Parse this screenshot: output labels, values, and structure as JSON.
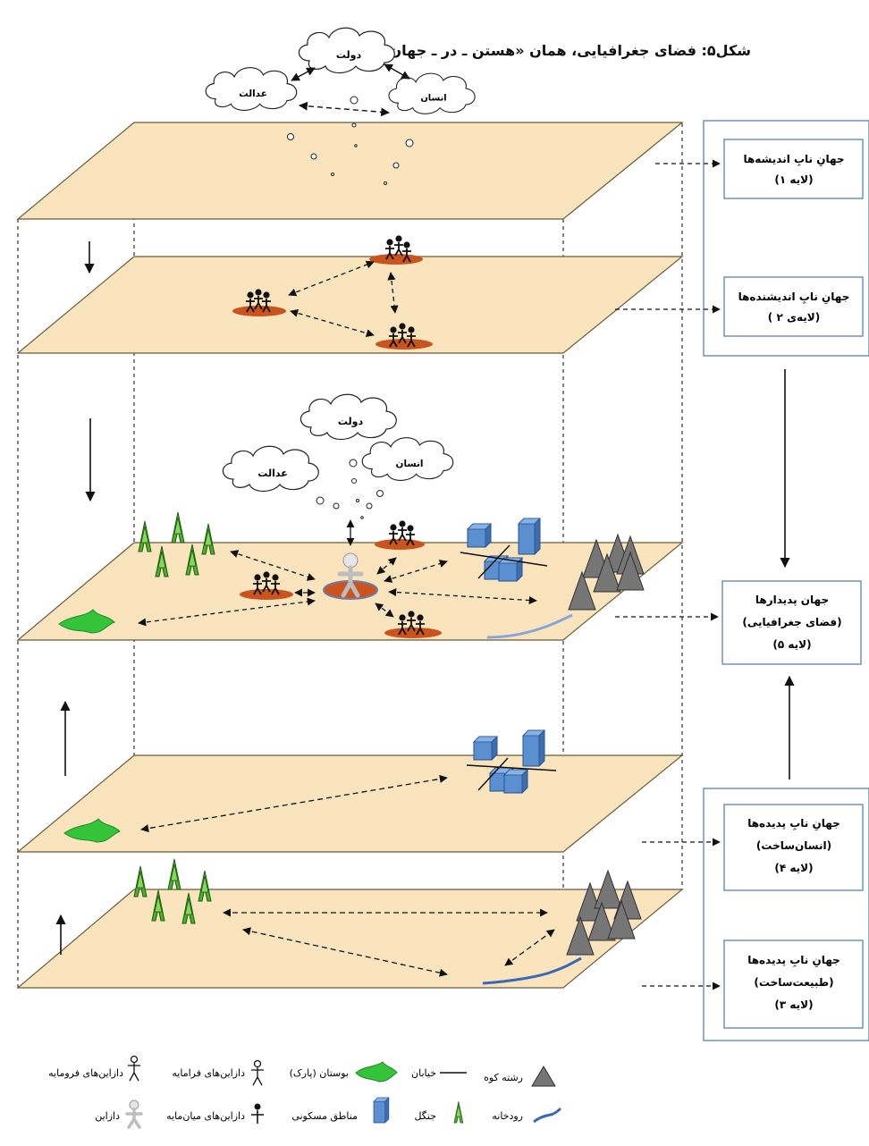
{
  "figure": {
    "title": "شکل۵: فضای جغرافیایی، همان «هستن ـ در ـ جهان»"
  },
  "concepts": {
    "state": "دولت",
    "justice": "عدالت",
    "human": "انسان"
  },
  "layer_boxes": [
    {
      "line1": "جهانِ نابِ اندیشه‌ها",
      "line2": "(لایه ۱)",
      "line3": ""
    },
    {
      "line1": "جهانِ نابِ اندیشنده‌ها",
      "line2": "(لایه‌ی ۲ )",
      "line3": ""
    },
    {
      "line1": "جهان پدیدارها",
      "line2": "(فضای جغرافیایی)",
      "line3": "(لایه ۵)"
    },
    {
      "line1": "جهانِ نابِ پدیده‌ها",
      "line2": "(انسان‌ساخت)",
      "line3": "(لایه ۴)"
    },
    {
      "line1": "جهانِ نابِ پدیده‌ها",
      "line2": "(طبیعت‌ساخت)",
      "line3": "(لایه ۳)"
    }
  ],
  "legend": {
    "mountain": "رشته کوه",
    "street": "خیابان",
    "park": "بوستان (پارک)",
    "upper_agents": "دازاین‌های فرامایه",
    "lower_agents": "دازاین‌های فرومایه",
    "river": "رودخانه",
    "forest": "جنگل",
    "residential": "مناطق مسکونی",
    "middle_agents": "دازاین‌های میان‌مایه",
    "dasein": "دازاین"
  },
  "colors": {
    "plane_fill": "#f9e4bd",
    "plane_stroke": "#6b5b3a",
    "box_stroke": "#4a78b0",
    "agent_base": "#c9541d",
    "building": "#5b8fd0",
    "tree": "#4caf2a",
    "park": "#33c43a",
    "mountain": "#6f6f6f",
    "river": "#3a68b8"
  }
}
